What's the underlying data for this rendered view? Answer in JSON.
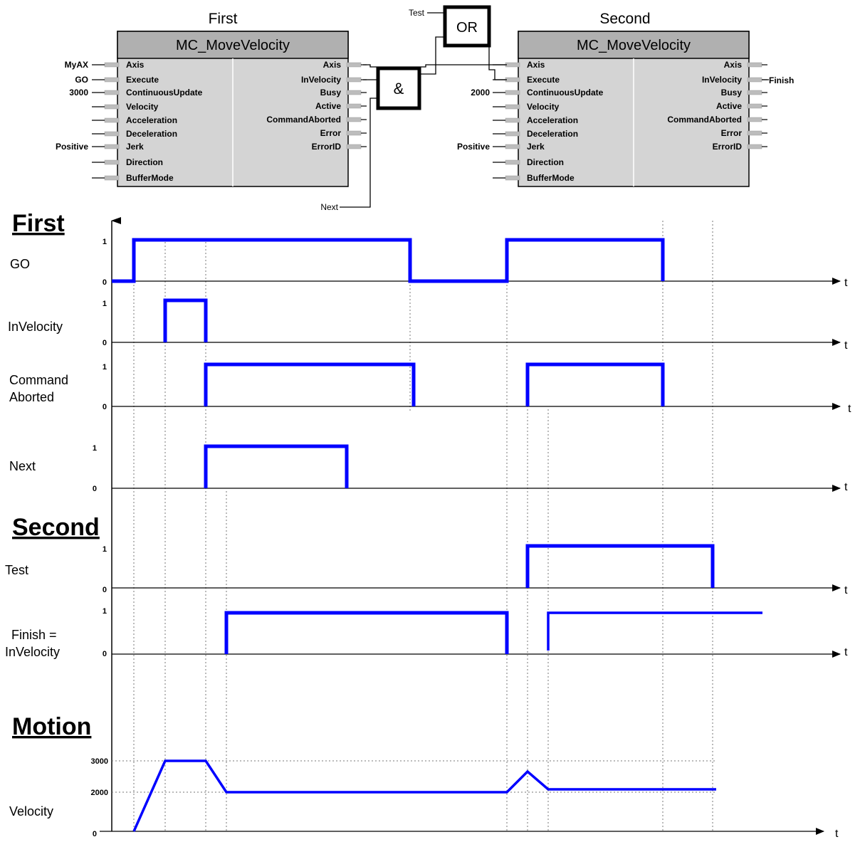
{
  "blocks": {
    "first": {
      "title": "First",
      "fb_name": "MC_MoveVelocity",
      "inputs": [
        "Axis",
        "Execute",
        "ContinuousUpdate",
        "Velocity",
        "Acceleration",
        "Deceleration",
        "Jerk",
        "Direction",
        "BufferMode"
      ],
      "outputs": [
        "Axis",
        "InVelocity",
        "Busy",
        "Active",
        "CommandAborted",
        "Error",
        "ErrorID"
      ],
      "input_values": {
        "Axis": "MyAX",
        "Execute": "GO",
        "ContinuousUpdate": "3000",
        "Jerk": "Positive"
      }
    },
    "second": {
      "title": "Second",
      "fb_name": "MC_MoveVelocity",
      "inputs": [
        "Axis",
        "Execute",
        "ContinuousUpdate",
        "Velocity",
        "Acceleration",
        "Deceleration",
        "Jerk",
        "Direction",
        "BufferMode"
      ],
      "outputs": [
        "Axis",
        "InVelocity",
        "Busy",
        "Active",
        "CommandAborted",
        "Error",
        "ErrorID"
      ],
      "input_values": {
        "ContinuousUpdate": "2000",
        "Jerk": "Positive"
      },
      "output_values": {
        "InVelocity": "Finish"
      }
    }
  },
  "gates": {
    "or_label": "OR",
    "and_label": "&"
  },
  "signal_labels": {
    "test": "Test",
    "next": "Next"
  },
  "sections": {
    "first": "First",
    "second": "Second",
    "motion": "Motion"
  },
  "axis_symbol": "t",
  "timing": {
    "go": {
      "label": "GO"
    },
    "invelocity": {
      "label": "InVelocity"
    },
    "command_aborted": {
      "label_line1": "Command",
      "label_line2": "Aborted"
    },
    "next": {
      "label": "Next"
    },
    "test": {
      "label": "Test"
    },
    "finish": {
      "label_line1": "Finish =",
      "label_line2": "InVelocity"
    },
    "high": "1",
    "low": "0"
  },
  "motion": {
    "label": "Velocity",
    "ticks": [
      "3000",
      "2000",
      "0"
    ]
  },
  "colors": {
    "signal": "#0000ff",
    "block_fill": "#d0d0d0",
    "block_header": "#a8a8a8"
  }
}
